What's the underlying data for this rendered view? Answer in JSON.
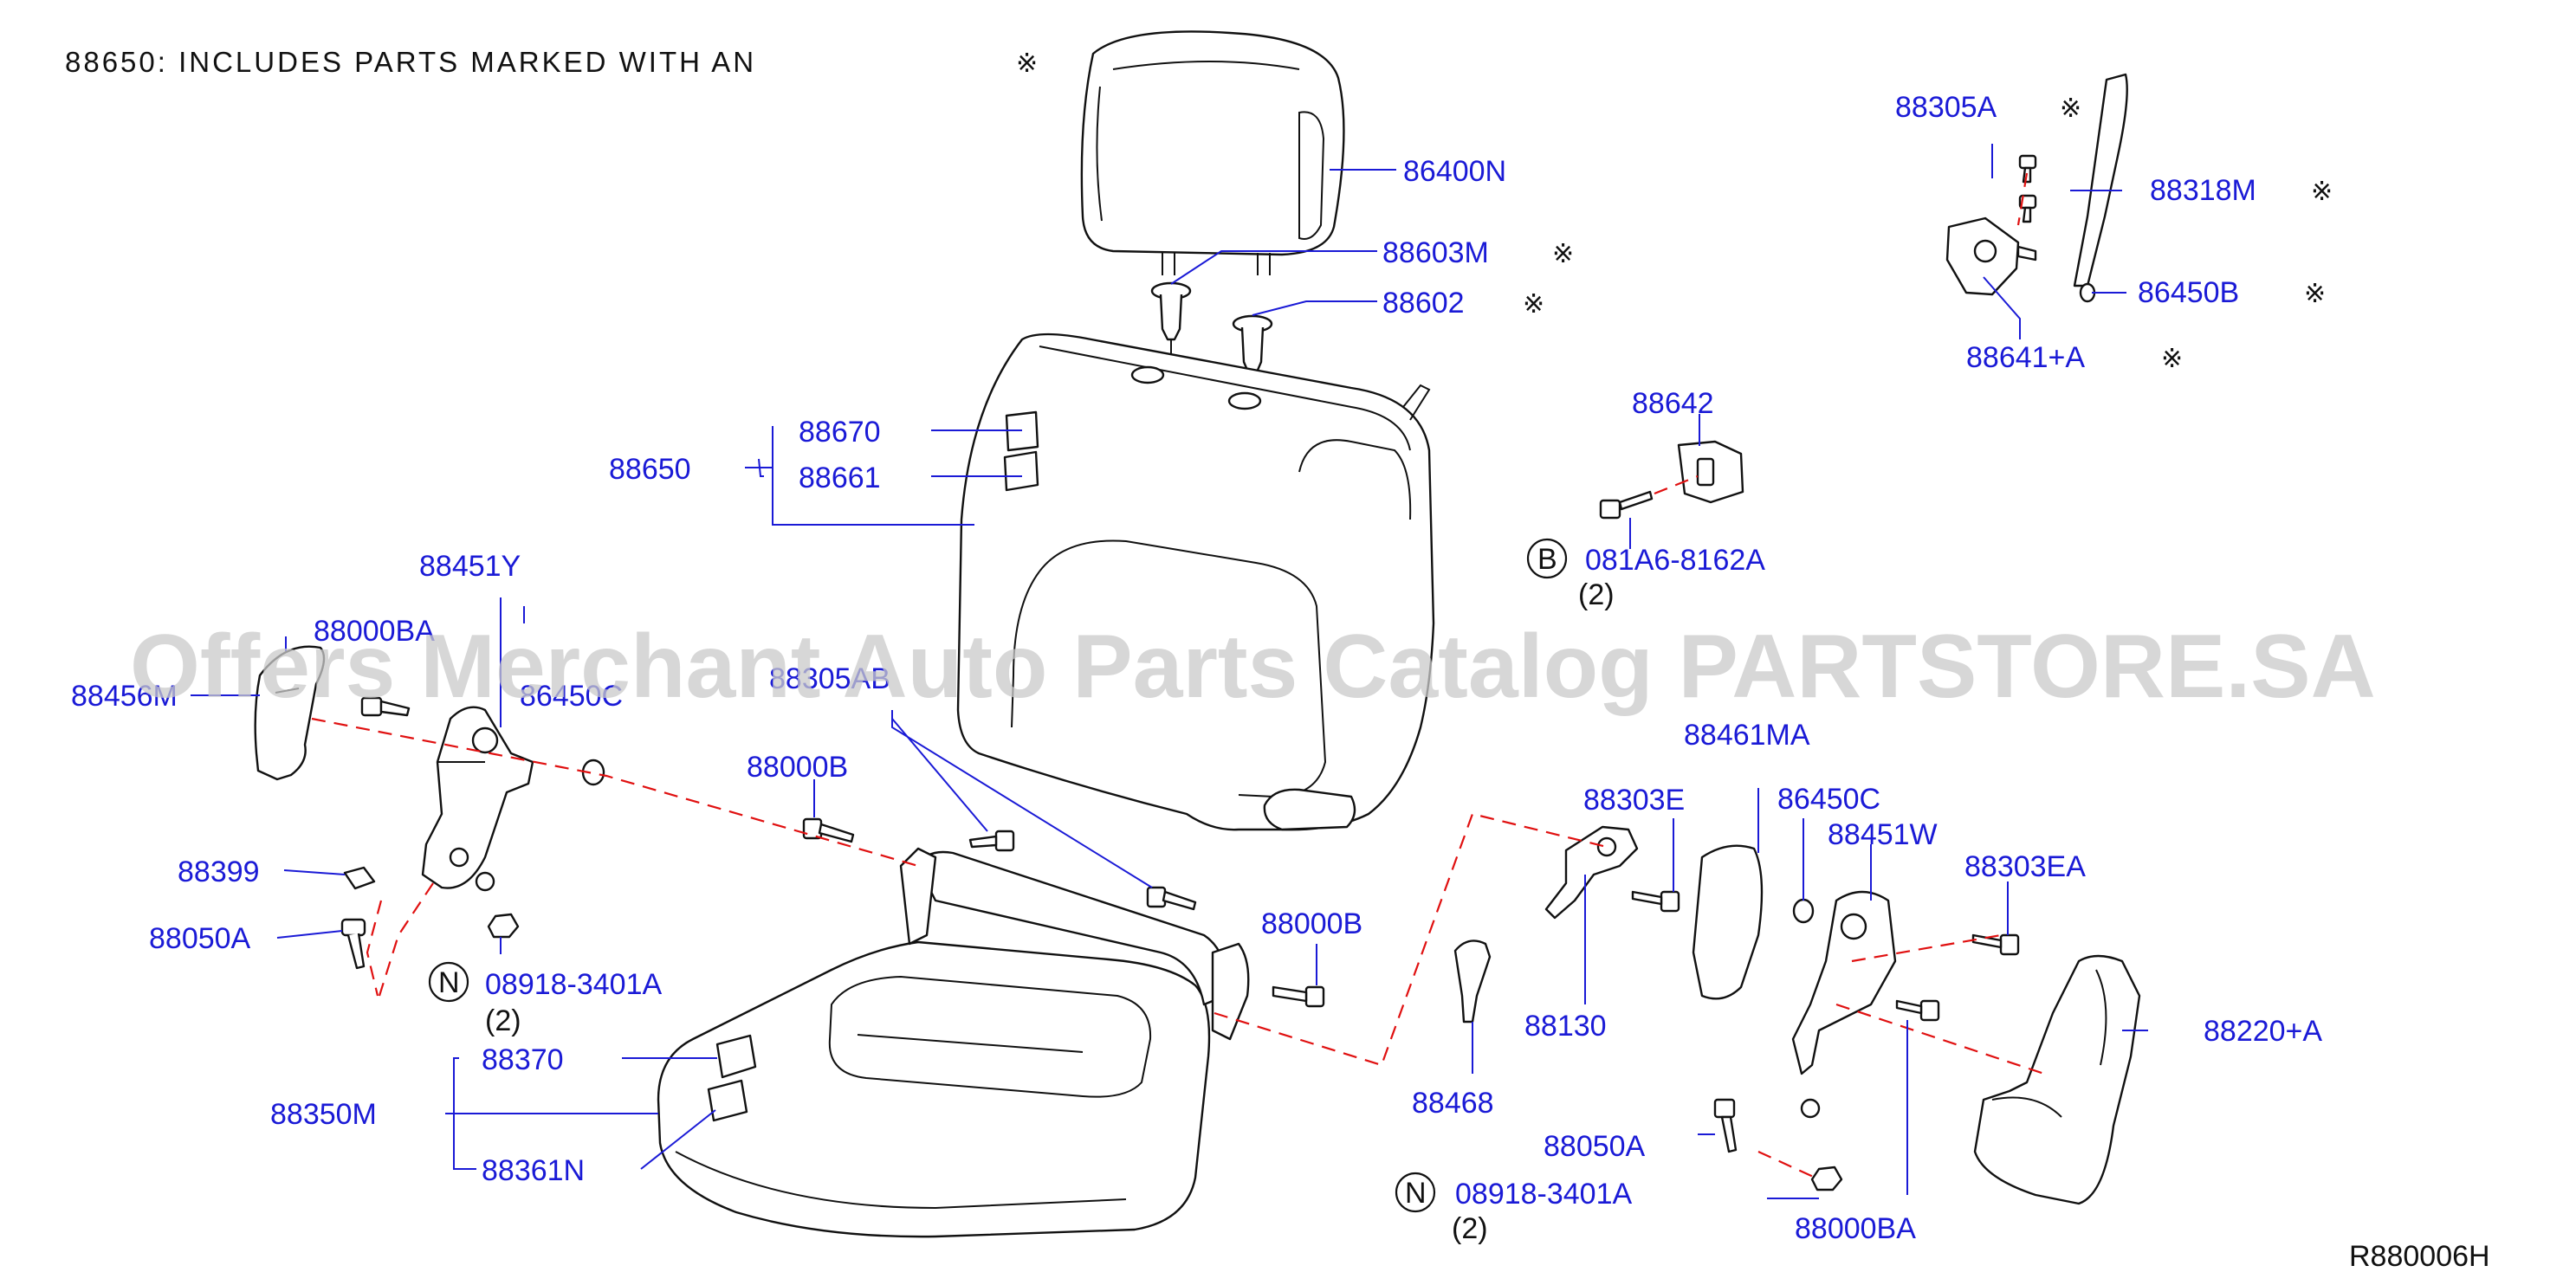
{
  "header": {
    "note": "88650: INCLUDES PARTS MARKED WITH AN",
    "mark": "※"
  },
  "watermark": "Offers Merchant Auto Parts Catalog PARTSTORE.SA",
  "diagram_id": "R880006H",
  "labels": {
    "p86400N": "86400N",
    "p88603M": "88603M",
    "p88602": "88602",
    "p88650": "88650",
    "p88670": "88670",
    "p88661": "88661",
    "p88305A": "88305A",
    "p88318M": "88318M",
    "p86450B": "86450B",
    "p88641A": "88641+A",
    "p88642": "88642",
    "p081A6": "081A6-8162A",
    "p081A6_qty": "(2)",
    "p88451Y": "88451Y",
    "p88000BA_l": "88000BA",
    "p88456M": "88456M",
    "p86450C_l": "86450C",
    "p88305AB": "88305AB",
    "p88000B_l": "88000B",
    "p88399": "88399",
    "p88050A_l": "88050A",
    "p08918_l": "08918-3401A",
    "p08918_l_qty": "(2)",
    "p88370": "88370",
    "p88350M": "88350M",
    "p88361N": "88361N",
    "p88000B_r": "88000B",
    "p88461MA": "88461MA",
    "p88303E": "88303E",
    "p86450C_r": "86450C",
    "p88451W": "88451W",
    "p88303EA": "88303EA",
    "p88130": "88130",
    "p88468": "88468",
    "p88220A": "88220+A",
    "p88050A_r": "88050A",
    "p08918_r": "08918-3401A",
    "p08918_r_qty": "(2)",
    "p88000BA_r": "88000BA"
  },
  "circles": {
    "b": "B",
    "n1": "N",
    "n2": "N"
  },
  "colors": {
    "label": "#1a1ad6",
    "dash": "#e01010",
    "line": "#111111"
  }
}
